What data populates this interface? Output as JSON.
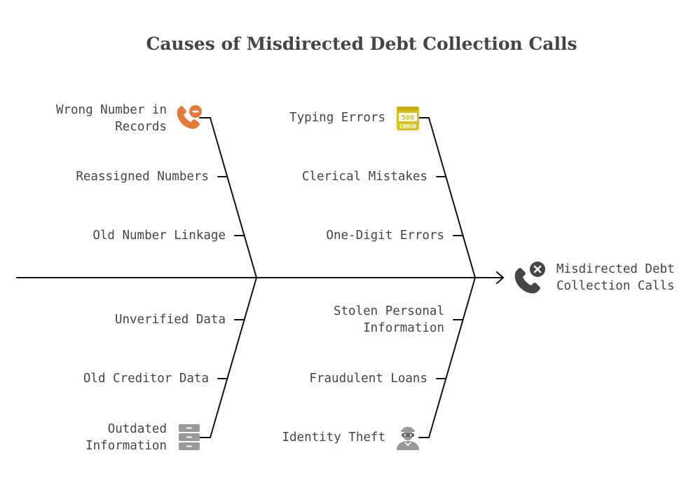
{
  "title": "Causes of Misdirected Debt Collection Calls",
  "effect": {
    "label": "Misdirected Debt\nCollection Calls",
    "icon": "phone-cancel-icon"
  },
  "categories": [
    {
      "position": "top-left",
      "causes": [
        {
          "label": "Wrong Number in\nRecords",
          "icon": "phone-minus-icon"
        },
        {
          "label": "Reassigned Numbers"
        },
        {
          "label": "Old Number Linkage"
        }
      ]
    },
    {
      "position": "top-right",
      "causes": [
        {
          "label": "Typing Errors",
          "icon": "error-500-icon",
          "icon_text": [
            "500",
            "ERROR"
          ]
        },
        {
          "label": "Clerical Mistakes"
        },
        {
          "label": "One-Digit Errors"
        }
      ]
    },
    {
      "position": "bottom-left",
      "causes": [
        {
          "label": "Unverified Data"
        },
        {
          "label": "Old Creditor Data"
        },
        {
          "label": "Outdated\nInformation",
          "icon": "file-cabinet-icon"
        }
      ]
    },
    {
      "position": "bottom-right",
      "causes": [
        {
          "label": "Stolen Personal\nInformation"
        },
        {
          "label": "Fraudulent Loans"
        },
        {
          "label": "Identity Theft",
          "icon": "thief-icon"
        }
      ]
    }
  ],
  "colors": {
    "line": "#111111",
    "text": "#454545",
    "accent_orange": "#E07B39",
    "accent_yellow": "#D9C21C",
    "icon_gray": "#999999",
    "icon_dark": "#454545"
  }
}
